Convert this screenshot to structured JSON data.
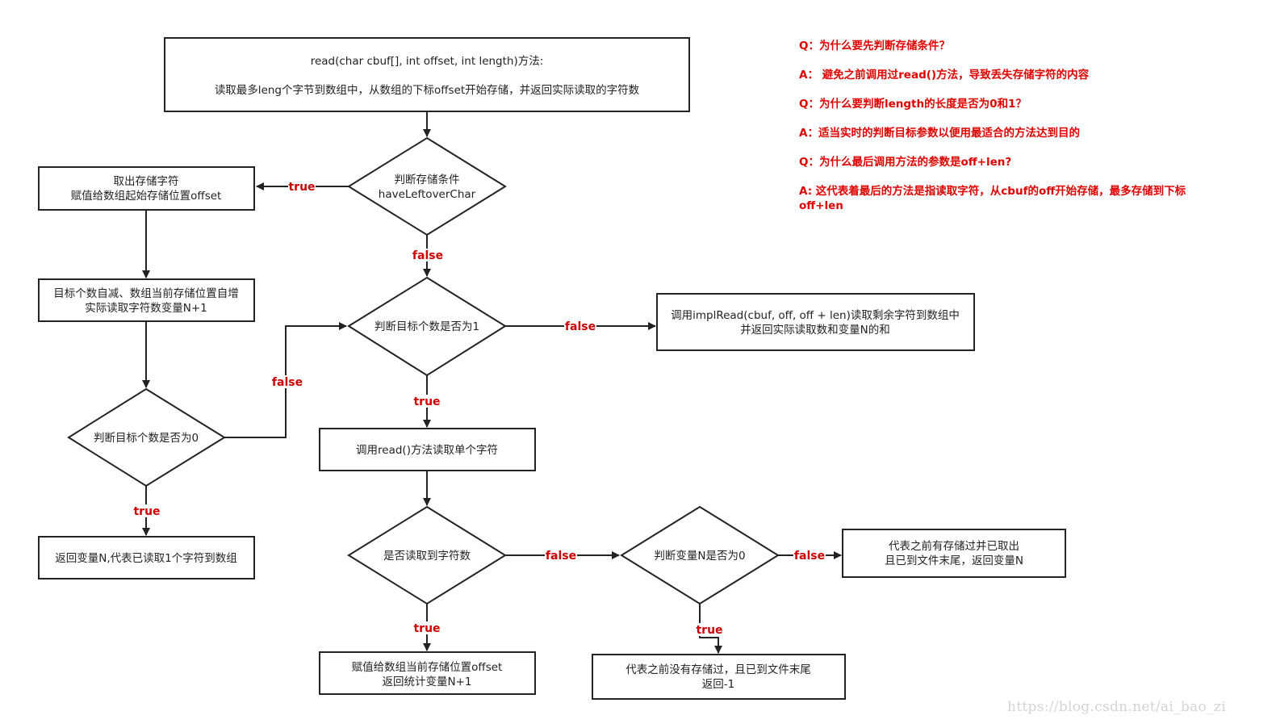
{
  "nodes": {
    "start": [
      "read(char cbuf[], int offset, int length)方法:",
      "读取最多leng个字节到数组中，从数组的下标offset开始存储，并返回实际读取的字符数"
    ],
    "cond_leftover": [
      "判断存储条件",
      "haveLeftoverChar"
    ],
    "take_char": [
      "取出存储字符",
      "赋值给数组起始存储位置offset"
    ],
    "decrement": [
      "目标个数自减、数组当前存储位置自增",
      "实际读取字符数变量N+1"
    ],
    "cond_zero": [
      "判断目标个数是否为0"
    ],
    "return_n": [
      "返回变量N,代表已读取1个字符到数组"
    ],
    "cond_one": [
      "判断目标个数是否为1"
    ],
    "impl_read": [
      "调用implRead(cbuf, off, off + len)读取剩余字符到数组中",
      "并返回实际读取数和变量N的和"
    ],
    "read_single": [
      "调用read()方法读取单个字符"
    ],
    "cond_read": [
      "是否读取到字符数"
    ],
    "cond_n_zero": [
      "判断变量N是否为0"
    ],
    "eof_with_stored": [
      "代表之前有存储过并已取出",
      "且已到文件末尾，返回变量N"
    ],
    "assign_offset": [
      "赋值给数组当前存储位置offset",
      "返回统计变量N+1"
    ],
    "eof_no_stored": [
      "代表之前没有存储过，且已到文件末尾",
      "返回-1"
    ]
  },
  "edge_labels": {
    "true": "true",
    "false": "false"
  },
  "qa": [
    "Q：为什么要先判断存储条件？",
    "A： 避免之前调用过read()方法，导致丢失存储字符的内容",
    "Q：为什么要判断length的长度是否为0和1？",
    "A：适当实时的判断目标参数以便用最适合的方法达到目的",
    "Q：为什么最后调用方法的参数是off+len?",
    "A:   这代表着最后的方法是指读取字符，从cbuf的off开始存储，最多存储到下标off+len"
  ],
  "watermark": "https://blog.csdn.net/ai_bao_zi"
}
